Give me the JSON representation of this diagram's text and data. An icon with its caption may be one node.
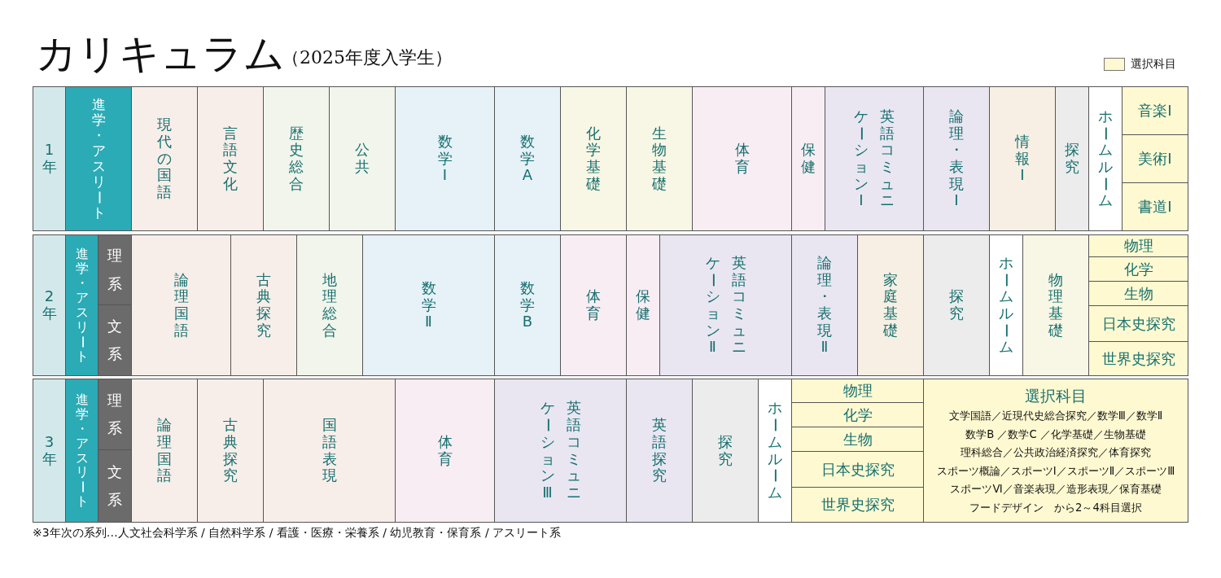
{
  "diagram": {
    "title": "カリキュラム",
    "nodes": [
      {
        "text": [
          "1年"
        ]
      },
      {
        "text": [
          "進学・アスリート"
        ]
      },
      {
        "text": [
          "現代の国語"
        ]
      },
      {
        "text": [
          "言語文化"
        ]
      },
      {
        "text": [
          "歴史総合"
        ]
      },
      {
        "text": [
          "公共"
        ]
      },
      {
        "text": [
          "数学Ⅰ"
        ]
      },
      {
        "text": [
          "数学A"
        ]
      },
      {
        "text": [
          "化学基礎"
        ]
      },
      {
        "text": [
          "生物基礎"
        ]
      },
      {
        "text": [
          "体育"
        ]
      },
      {
        "text": [
          "保健"
        ]
      },
      {
        "text": [
          "英語コミュニ",
          "ケーションⅠ"
        ]
      },
      {
        "text": [
          "論理・表現Ⅰ"
        ]
      },
      {
        "text": [
          "情報Ⅰ"
        ]
      },
      {
        "text": [
          "探究"
        ]
      },
      {
        "text": [
          "ホームルーム"
        ]
      },
      {
        "text": [
          "音楽Ⅰ"
        ]
      },
      {
        "text": [
          "美術Ⅰ"
        ]
      },
      {
        "text": [
          "書道Ⅰ"
        ]
      },
      {
        "text": [
          "2年"
        ]
      },
      {
        "text": [
          "進学・アスリート"
        ]
      },
      {
        "text": [
          "理系"
        ]
      },
      {
        "text": [
          "文系"
        ]
      },
      {
        "text": [
          "論理国語"
        ]
      },
      {
        "text": [
          "古典探究"
        ]
      },
      {
        "text": [
          "地理総合"
        ]
      },
      {
        "text": [
          "数学Ⅱ"
        ]
      },
      {
        "text": [
          "数学B"
        ]
      },
      {
        "text": [
          "体育"
        ]
      },
      {
        "text": [
          "保健"
        ]
      },
      {
        "text": [
          "英語コミュニ",
          "ケーションⅡ"
        ]
      },
      {
        "text": [
          "論理・表現Ⅱ"
        ]
      },
      {
        "text": [
          "家庭基礎"
        ]
      },
      {
        "text": [
          "探究"
        ]
      },
      {
        "text": [
          "ホームルーム"
        ]
      },
      {
        "text": [
          "物理基礎"
        ]
      },
      {
        "text": [
          "物理"
        ]
      },
      {
        "text": [
          "化学"
        ]
      },
      {
        "text": [
          "生物"
        ]
      },
      {
        "text": [
          "日本史探究"
        ]
      },
      {
        "text": [
          "世界史探究"
        ]
      },
      {
        "text": [
          "3年"
        ]
      },
      {
        "text": [
          "進学・アスリート"
        ]
      },
      {
        "text": [
          "理系"
        ]
      },
      {
        "text": [
          "文系"
        ]
      },
      {
        "text": [
          "論理国語"
        ]
      },
      {
        "text": [
          "古典探究"
        ]
      },
      {
        "text": [
          "国語表現"
        ]
      },
      {
        "text": [
          "体育"
        ]
      },
      {
        "text": [
          "英語コミュニ",
          "ケーションⅢ"
        ]
      },
      {
        "text": [
          "英語探究"
        ]
      },
      {
        "text": [
          "探究"
        ]
      },
      {
        "text": [
          "ホームルーム"
        ]
      },
      {
        "text": [
          "物理"
        ]
      },
      {
        "text": [
          "化学"
        ]
      },
      {
        "text": [
          "生物"
        ]
      },
      {
        "text": [
          "日本史探究"
        ]
      },
      {
        "text": [
          "世界史探究"
        ]
      },
      {
        "text": [
          "選択科目",
          "文学国語／近現代史総合探究／数学Ⅲ／数学Ⅱ数学B ／数学C ／化学基礎／生物基礎理科総合／公共政治経済探究／体育探究スポーツ概論／スポーツⅠ／スポーツⅡ／スポーツⅢスポーツⅥ／音楽表現／造形表現／保育基礎フードデザイン　から2～4科目選択"
        ]
      }
    ],
    "labels": [
      "（2025年度入学生）",
      "※3年次の系列…人文社会科学系 / 自然科学系 / 看護・医療・栄養系 / 幼児教育・保育系 / アスリート系"
    ],
    "legend": [
      {
        "text": "選択科目",
        "color": "#fef9d1"
      }
    ]
  }
}
